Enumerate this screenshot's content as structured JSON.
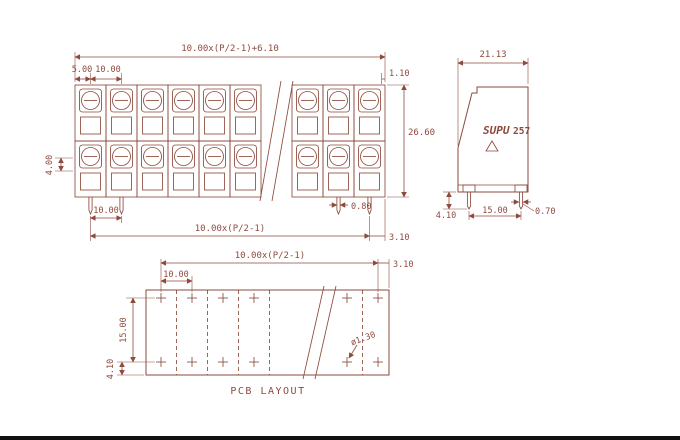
{
  "window": {
    "bottom_bar_color": "#111111",
    "bg_color": "#ffffff"
  },
  "drawing": {
    "line_color": "#8e4a3c"
  },
  "front_view": {
    "columns": 10,
    "rows": 2,
    "dims": {
      "top_width": "10.00x(P/2-1)+6.10",
      "edge_offset": "5.00",
      "pitch": "10.00",
      "top_right": "1.10",
      "height": "26.60",
      "row_height": "4.00",
      "pin_pitch": "10.00",
      "pin_width": "0.80",
      "bottom_width": "10.00x(P/2-1)",
      "pin_margin": "3.10"
    }
  },
  "side_view": {
    "brand": "SUPU",
    "model": "257",
    "dims": {
      "width": "21.13",
      "pin_length": "4.10",
      "pin_spacing": "15.00",
      "pin_width": "0.70"
    }
  },
  "pcb_layout": {
    "label": "PCB LAYOUT",
    "dims": {
      "top_width": "10.00x(P/2-1)",
      "edge_margin": "3.10",
      "pitch": "10.00",
      "row_spacing": "15.00",
      "bottom_margin": "4.10",
      "hole_diameter": "ø1.30"
    }
  }
}
